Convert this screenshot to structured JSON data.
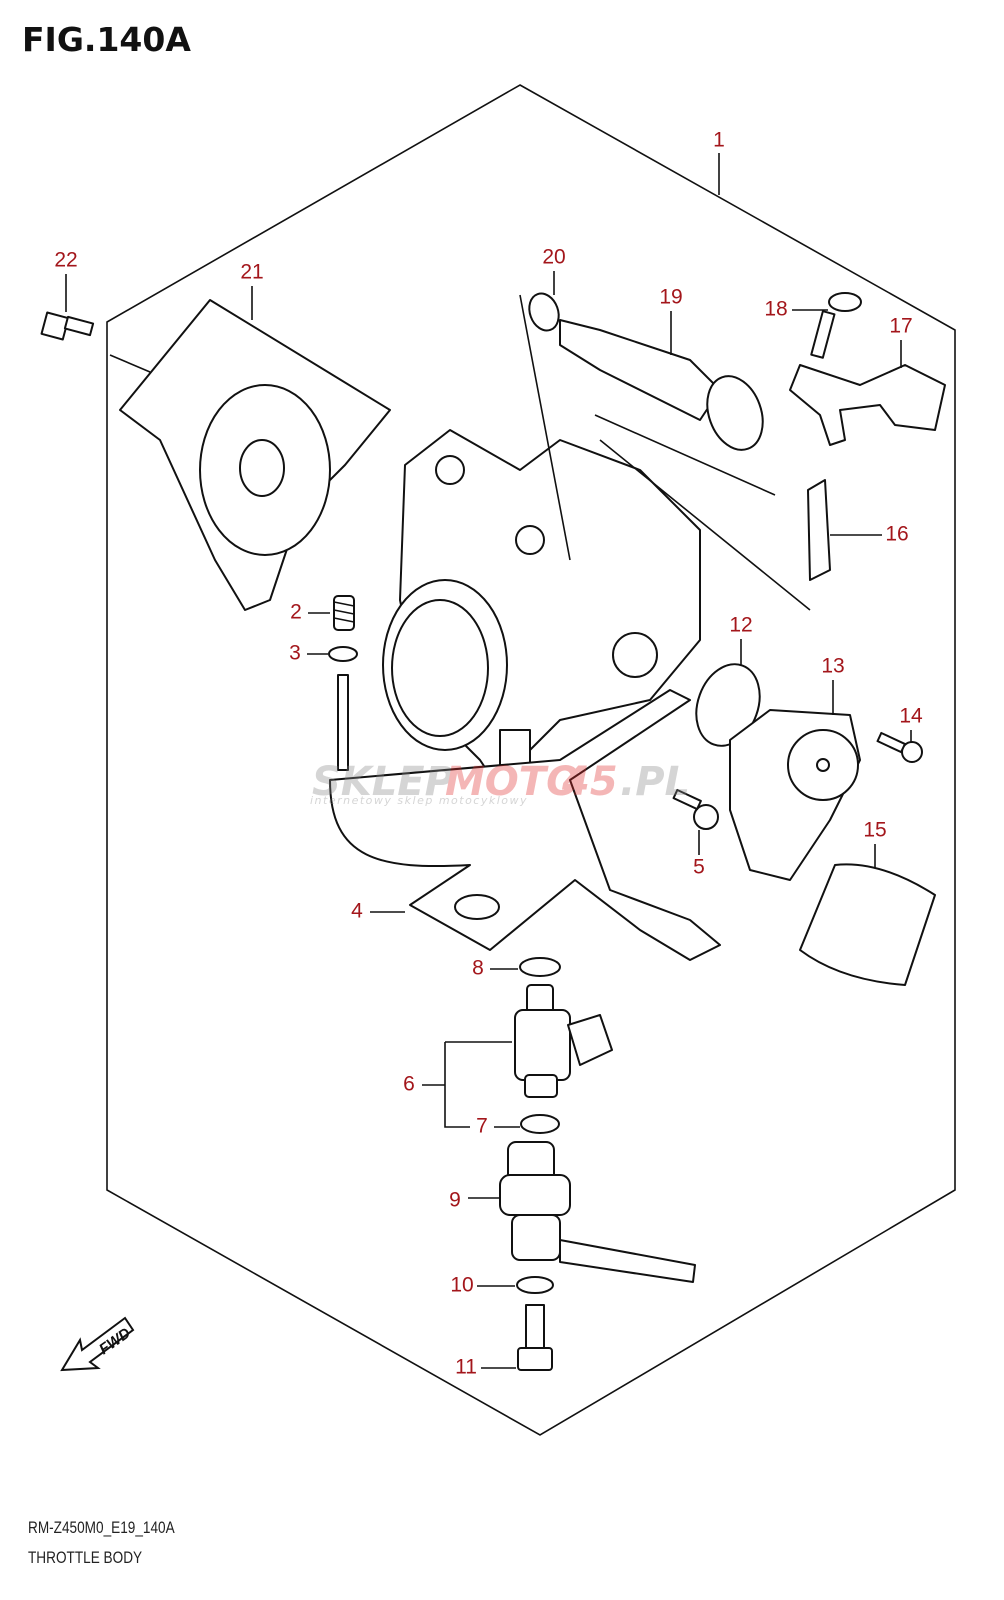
{
  "figure": {
    "title": "FIG.140A",
    "code": "RM-Z450M0_E19_140A",
    "subtitle": "THROTTLE BODY",
    "label_color": "#a3161b"
  },
  "callouts": [
    "1",
    "2",
    "3",
    "4",
    "5",
    "6",
    "7",
    "8",
    "9",
    "10",
    "11",
    "12",
    "13",
    "14",
    "15",
    "16",
    "17",
    "18",
    "19",
    "20",
    "21",
    "22"
  ],
  "fwd_label": "FWD",
  "watermark": {
    "brand_a": "SKLEP",
    "brand_b": "MOTO",
    "brand_c": "45",
    "brand_d": ".PL",
    "tagline": "internetowy sklep motocyklowy"
  }
}
